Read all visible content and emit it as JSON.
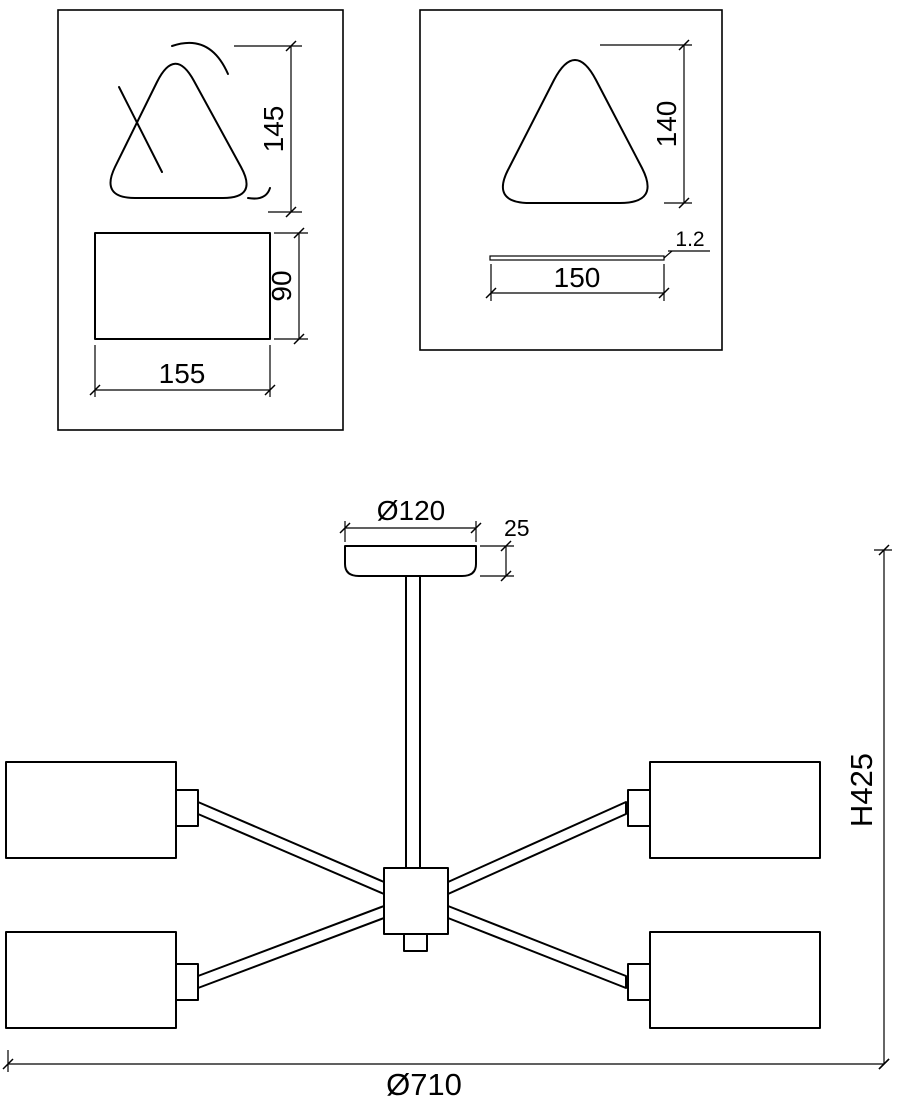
{
  "colors": {
    "line": "#000000",
    "background": "#ffffff"
  },
  "side_view": {
    "shade_height": "145",
    "box_height": "90",
    "box_width": "155"
  },
  "front_view": {
    "shade_height": "140",
    "thickness": "1.2",
    "shade_width": "150"
  },
  "fixture": {
    "canopy_diameter": "Ø120",
    "canopy_height": "25",
    "overall_height": "H425",
    "overall_diameter": "Ø710"
  }
}
